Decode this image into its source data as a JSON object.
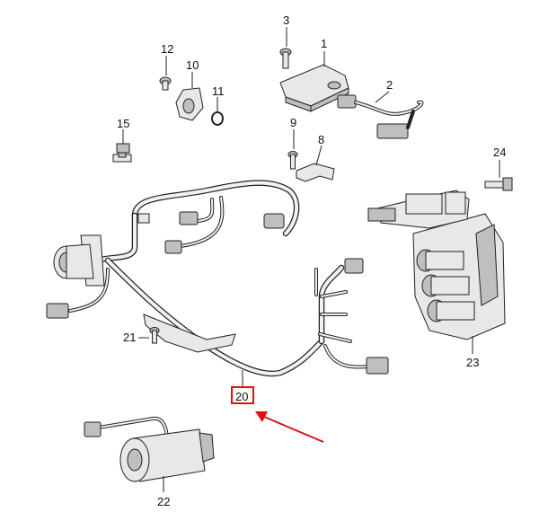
{
  "callouts": {
    "p1": "1",
    "p2": "2",
    "p3": "3",
    "p8": "8",
    "p9": "9",
    "p10": "10",
    "p11": "11",
    "p12": "12",
    "p15": "15",
    "p20": "20",
    "p21": "21",
    "p22": "22",
    "p23": "23",
    "p24": "24"
  },
  "highlight": {
    "part": "20",
    "color": "#e01010"
  },
  "arrow": {
    "color": "#e01010"
  }
}
